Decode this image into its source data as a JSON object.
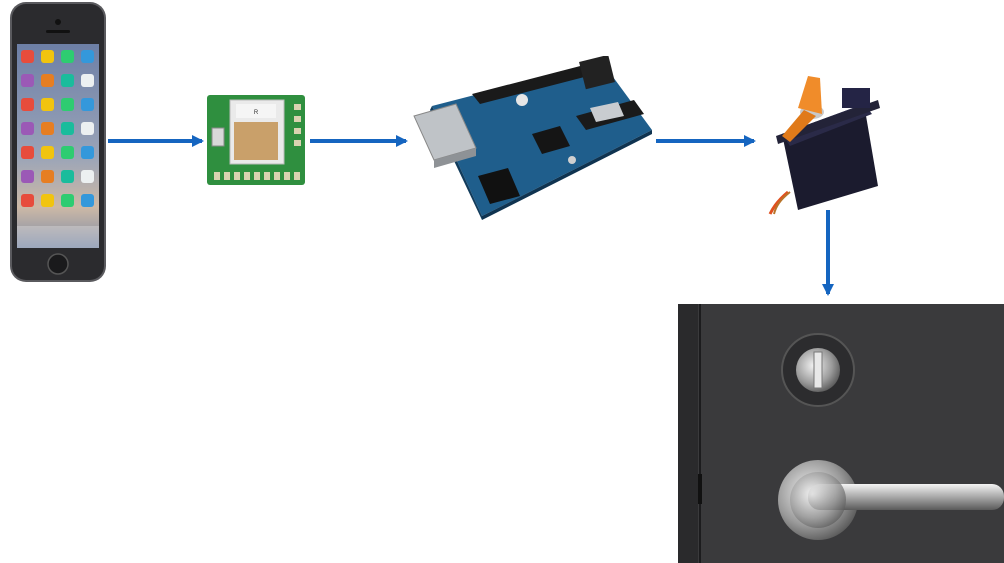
{
  "diagram": {
    "nodes": [
      {
        "id": "smartphone",
        "icon": "smartphone-icon"
      },
      {
        "id": "bluetooth-module",
        "icon": "bluetooth-module-icon"
      },
      {
        "id": "microcontroller-board",
        "icon": "arduino-board-icon"
      },
      {
        "id": "servo-motor",
        "icon": "servo-motor-icon"
      },
      {
        "id": "door-lock",
        "icon": "door-lock-icon"
      }
    ],
    "edges": [
      {
        "from": "smartphone",
        "to": "bluetooth-module"
      },
      {
        "from": "bluetooth-module",
        "to": "microcontroller-board"
      },
      {
        "from": "microcontroller-board",
        "to": "servo-motor"
      },
      {
        "from": "servo-motor",
        "to": "door-lock"
      }
    ],
    "colors": {
      "arrow": "#1565c0",
      "phone_body": "#2b2b2e",
      "pcb_green": "#2f8f3f",
      "arduino_blue": "#1f5e8c",
      "servo_body": "#1b1b2e",
      "servo_horn": "#f08c2a",
      "door": "#3a3a3c"
    }
  }
}
